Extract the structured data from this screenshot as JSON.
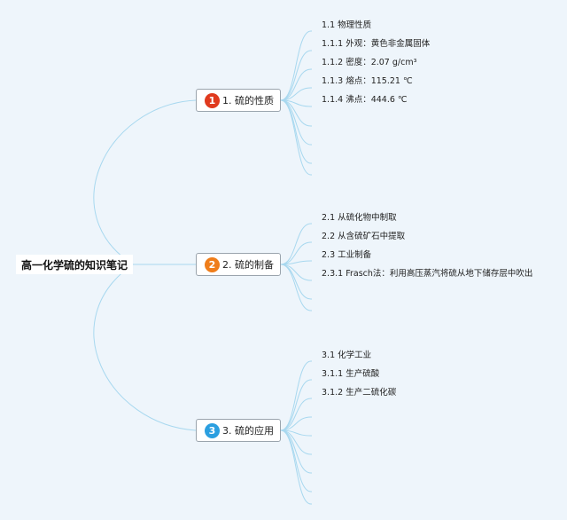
{
  "root": {
    "label": "高一化学硫的知识笔记"
  },
  "branches": [
    {
      "number": "1",
      "label": "1. 硫的性质",
      "badge_color": "#e03a1e",
      "items": [
        "1.1 物理性质",
        "1.1.1 外观：黄色非金属固体",
        "1.1.2 密度：2.07 g/cm³",
        "1.1.3 熔点：115.21 ℃",
        "1.1.4 沸点：444.6 ℃"
      ]
    },
    {
      "number": "2",
      "label": "2. 硫的制备",
      "badge_color": "#ef7d1a",
      "items": [
        "2.1 从硫化物中制取",
        "2.2 从含硫矿石中提取",
        "2.3 工业制备",
        "2.3.1 Frasch法：利用高压蒸汽将硫从地下储存层中吹出"
      ]
    },
    {
      "number": "3",
      "label": "3. 硫的应用",
      "badge_color": "#2b9fe0",
      "items": [
        "3.1 化学工业",
        "3.1.1 生产硫酸",
        "3.1.2 生产二硫化碳"
      ]
    }
  ],
  "colors": {
    "connector": "#a8d8ef",
    "background": "#eef5fb"
  }
}
